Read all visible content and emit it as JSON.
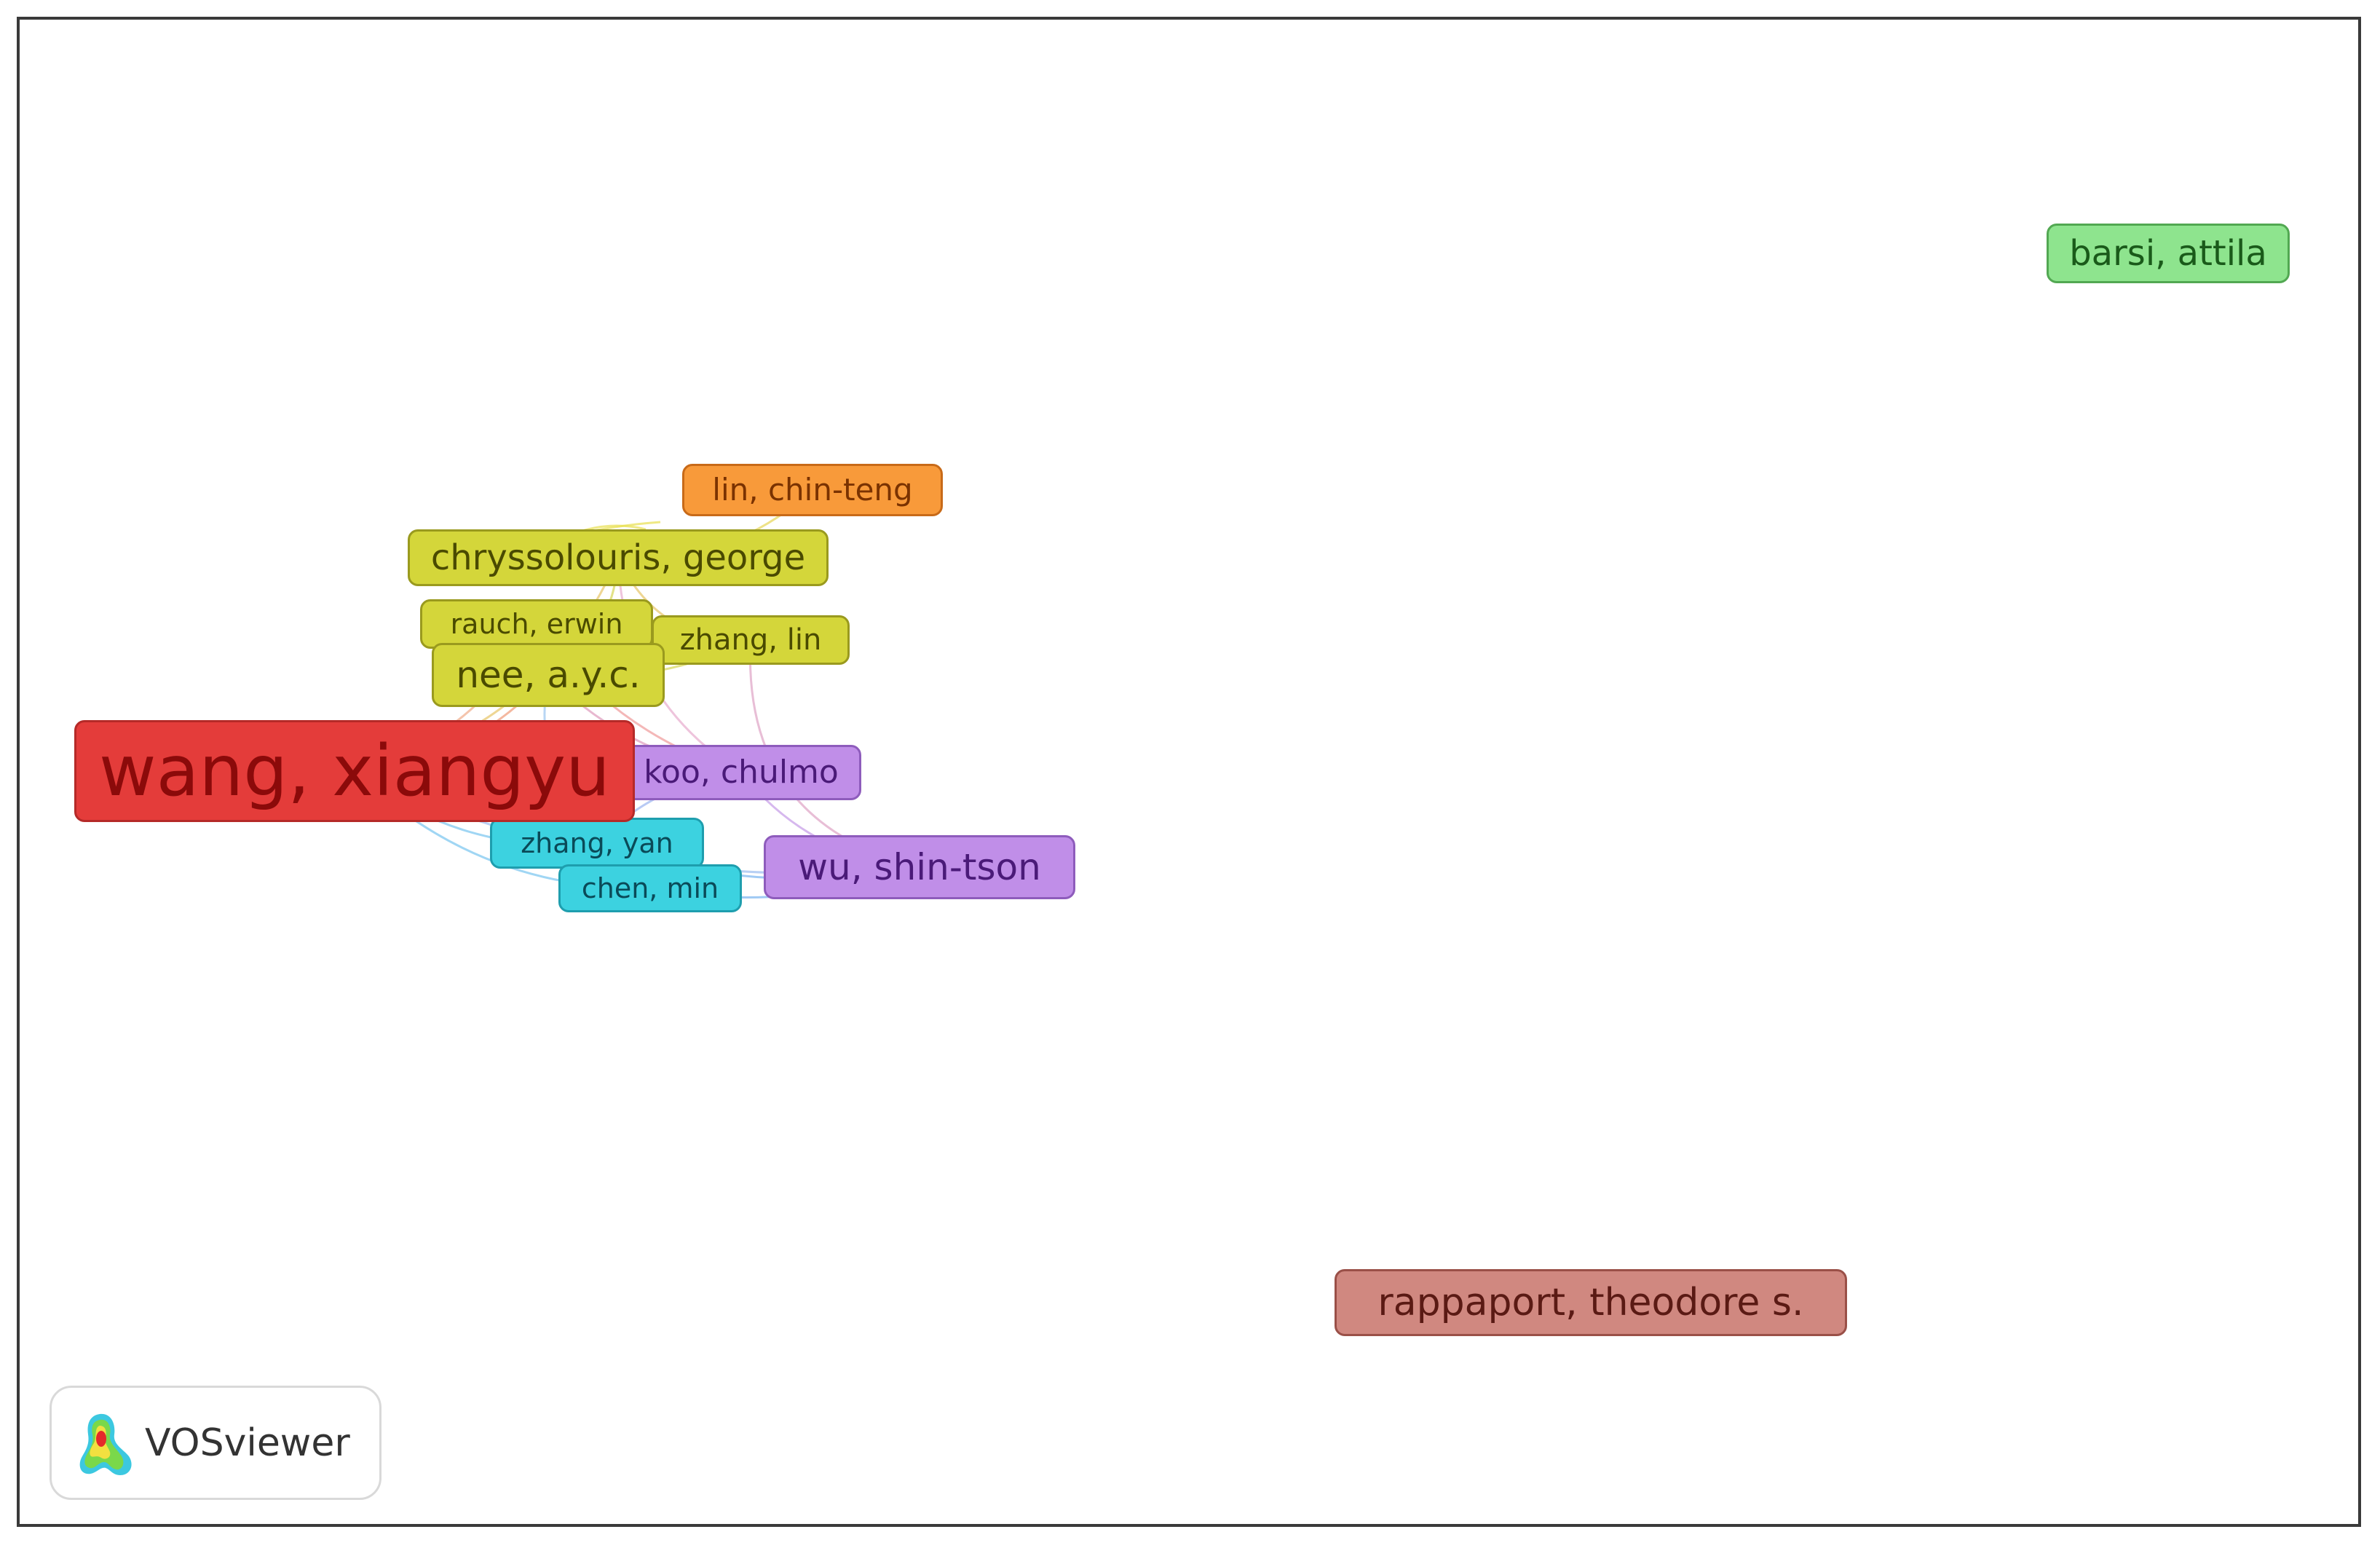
{
  "app": {
    "logo_text": "VOSviewer",
    "logo_icon": "vosviewer-density-icon"
  },
  "diagram": {
    "type": "co-authorship network",
    "nodes": [
      {
        "id": "wang",
        "label": "wang, xiangyu",
        "color": "#e43c3a",
        "text_color": "#8b0a0a",
        "border": "#b52a28"
      },
      {
        "id": "chryssolouris",
        "label": "chryssolouris, george",
        "color": "#d4d63a",
        "text_color": "#4a4a00",
        "border": "#9a9a1e"
      },
      {
        "id": "lin",
        "label": "lin, chin-teng",
        "color": "#f89a3a",
        "text_color": "#7a3200",
        "border": "#c86a18"
      },
      {
        "id": "rauch",
        "label": "rauch, erwin",
        "color": "#d4d63a",
        "text_color": "#4a4a00",
        "border": "#9a9a1e"
      },
      {
        "id": "zhanglin",
        "label": "zhang, lin",
        "color": "#d4d63a",
        "text_color": "#4a4a00",
        "border": "#9a9a1e"
      },
      {
        "id": "nee",
        "label": "nee, a.y.c.",
        "color": "#d4d63a",
        "text_color": "#4a4a00",
        "border": "#9a9a1e"
      },
      {
        "id": "koo",
        "label": "koo, chulmo",
        "color": "#c08ee8",
        "text_color": "#4a1a78",
        "border": "#8e5cbc"
      },
      {
        "id": "zhangyan",
        "label": "zhang, yan",
        "color": "#3cd2e0",
        "text_color": "#0a4a58",
        "border": "#1e9eae"
      },
      {
        "id": "chen",
        "label": "chen, min",
        "color": "#3cd2e0",
        "text_color": "#0a4a58",
        "border": "#1e9eae"
      },
      {
        "id": "wu",
        "label": "wu, shin-tson",
        "color": "#c08ee8",
        "text_color": "#4a1a78",
        "border": "#8e5cbc"
      },
      {
        "id": "barsi",
        "label": "barsi, attila",
        "color": "#8ee48e",
        "text_color": "#1a5a1a",
        "border": "#52a852"
      },
      {
        "id": "rappaport",
        "label": "rappaport, theodore s.",
        "color": "#d08880",
        "text_color": "#5a1a14",
        "border": "#9a5048"
      }
    ]
  }
}
